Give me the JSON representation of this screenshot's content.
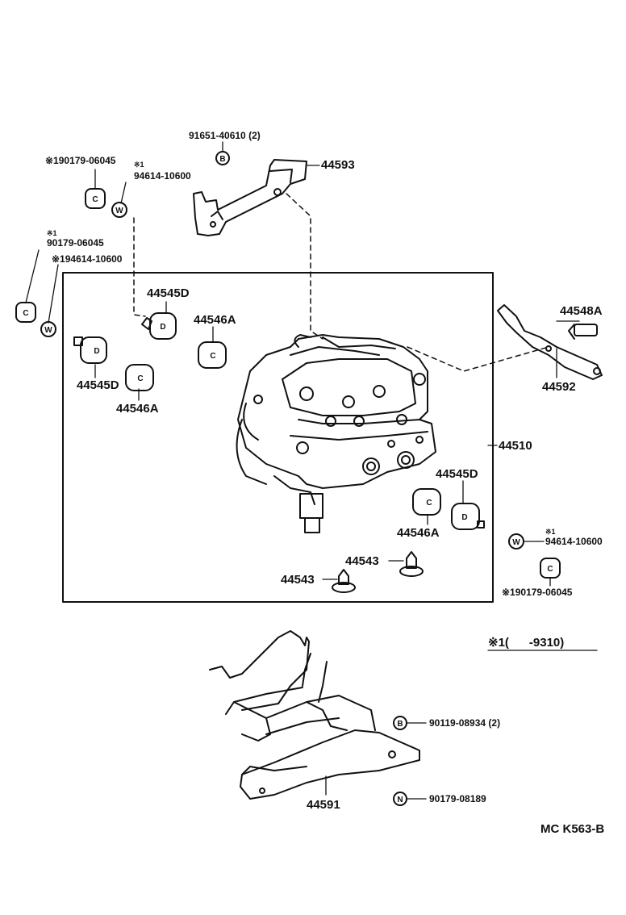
{
  "labels": {
    "p91651": "91651-40610 (2)",
    "p44593": "44593",
    "n1_90179_tl": "※190179-06045",
    "star1_a": "※1",
    "p94614_a": "94614-10600",
    "star1_b": "※1",
    "p90179_b": "90179-06045",
    "n1_94614_b": "※194614-10600",
    "p44545D_a": "44545D",
    "p44546A_a": "44546A",
    "p44545D_b": "44545D",
    "p44546A_b": "44546A",
    "p44548A": "44548A",
    "p44592": "44592",
    "p44510": "44510",
    "p44545D_c": "44545D",
    "p44546A_c": "44546A",
    "star1_c": "※1",
    "p94614_c": "94614-10600",
    "n1_90179_c": "※190179-06045",
    "p44543_a": "44543",
    "p44543_b": "44543",
    "note_range": "※1(      -9310)",
    "p90119": "90119-08934 (2)",
    "p44591": "44591",
    "p90179_08189": "90179-08189",
    "ref_code": "MC K563-B"
  },
  "symbols": {
    "b": "B",
    "c": "C",
    "w": "W",
    "n": "N"
  },
  "icons": [
    "bolt-b-icon",
    "nut-c-icon",
    "washer-w-icon",
    "nut-n-icon"
  ]
}
